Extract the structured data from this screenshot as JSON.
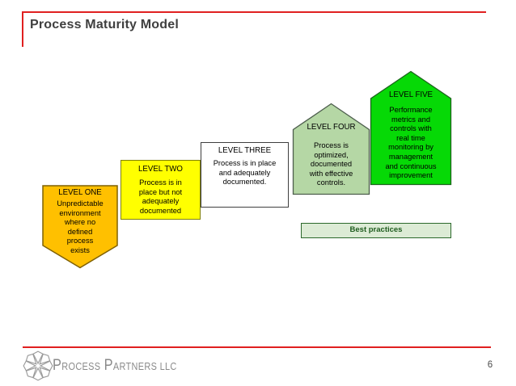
{
  "slide": {
    "title": "Process Maturity Model",
    "page_number": "6",
    "accent_color": "#e02020"
  },
  "levels": [
    {
      "title": "LEVEL ONE",
      "body": "Unpredictable\nenvironment\nwhere no\ndefined\nprocess\nexists",
      "fill": "#FFC000",
      "border": "#7F6000",
      "shape": "banner-down"
    },
    {
      "title": "LEVEL TWO",
      "body": "Process is in\nplace but not\nadequately\ndocumented",
      "fill": "#FFFF00",
      "border": "#808000",
      "shape": "rectangle"
    },
    {
      "title": "LEVEL THREE",
      "body": "Process is in place\nand adequately\ndocumented.",
      "fill": "#FFFFFF",
      "border": "#3F3F3F",
      "shape": "rectangle"
    },
    {
      "title": "LEVEL FOUR",
      "body": "Process is\noptimized,\ndocumented\nwith effective\ncontrols.",
      "fill": "#B5D7A5",
      "border": "#4D5E4D",
      "shape": "pentagon-up"
    },
    {
      "title": "LEVEL FIVE",
      "body": "Performance\nmetrics and\ncontrols with\nreal time\nmonitoring by\nmanagement\nand continuous\nimprovement",
      "fill": "#06D906",
      "border": "#1C641C",
      "shape": "pentagon-up"
    }
  ],
  "callout": {
    "label": "Best practices",
    "fill": "#DCEBD5",
    "border": "#2B682B",
    "text_color": "#1E5C1E"
  },
  "footer": {
    "logo_icon": "pinwheel-icon",
    "name_part1_initial": "P",
    "name_part1_rest": "ROCESS",
    "name_part2_initial": "P",
    "name_part2_rest": "ARTNERS",
    "name_suffix": "LLC"
  }
}
